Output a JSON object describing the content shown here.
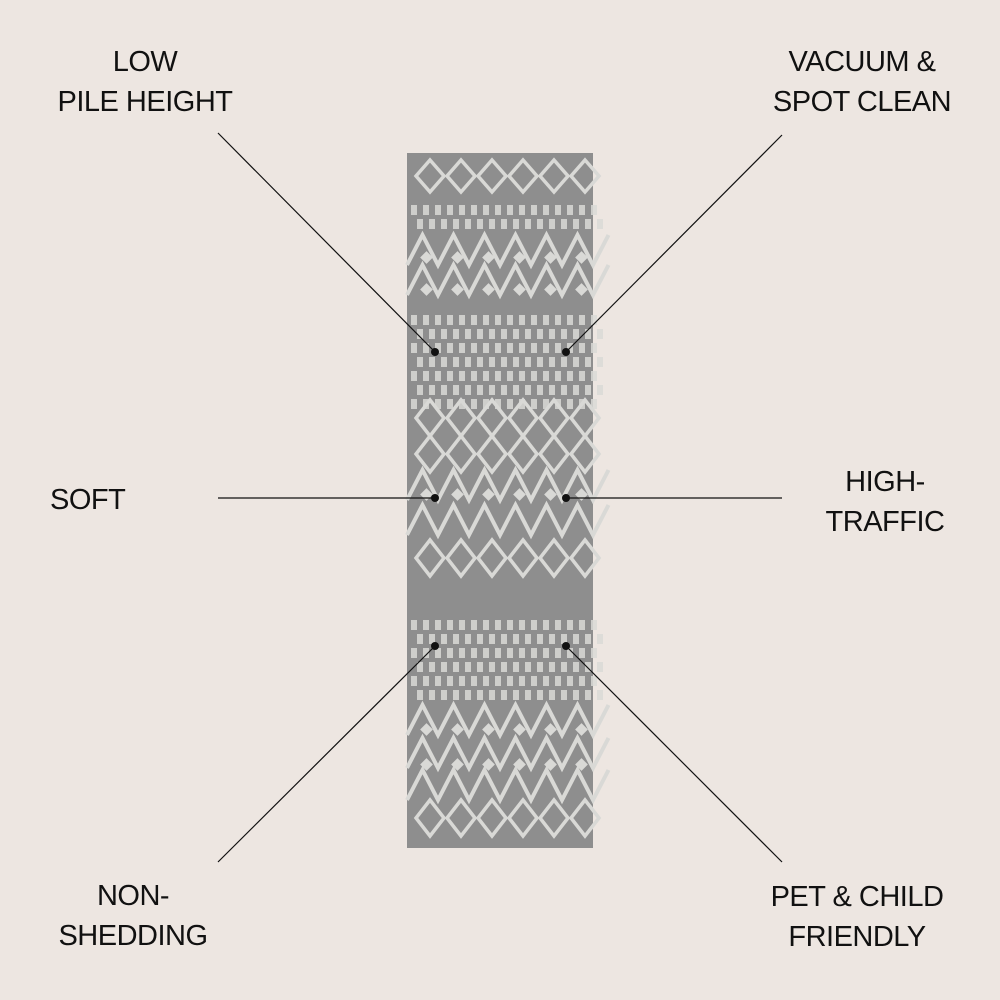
{
  "features": {
    "low_pile": [
      "LOW",
      "PILE HEIGHT"
    ],
    "vacuum": [
      "VACUUM &",
      "SPOT CLEAN"
    ],
    "soft": [
      "SOFT"
    ],
    "high_traffic": [
      "HIGH-",
      "TRAFFIC"
    ],
    "non_shedding": [
      "NON-",
      "SHEDDING"
    ],
    "pet_child": [
      "PET & CHILD",
      "FRIENDLY"
    ]
  },
  "colors": {
    "background": "#ede6e1",
    "rug_base": "#8e8e8e",
    "rug_pattern": "#d9d9d6",
    "line": "#111111"
  }
}
